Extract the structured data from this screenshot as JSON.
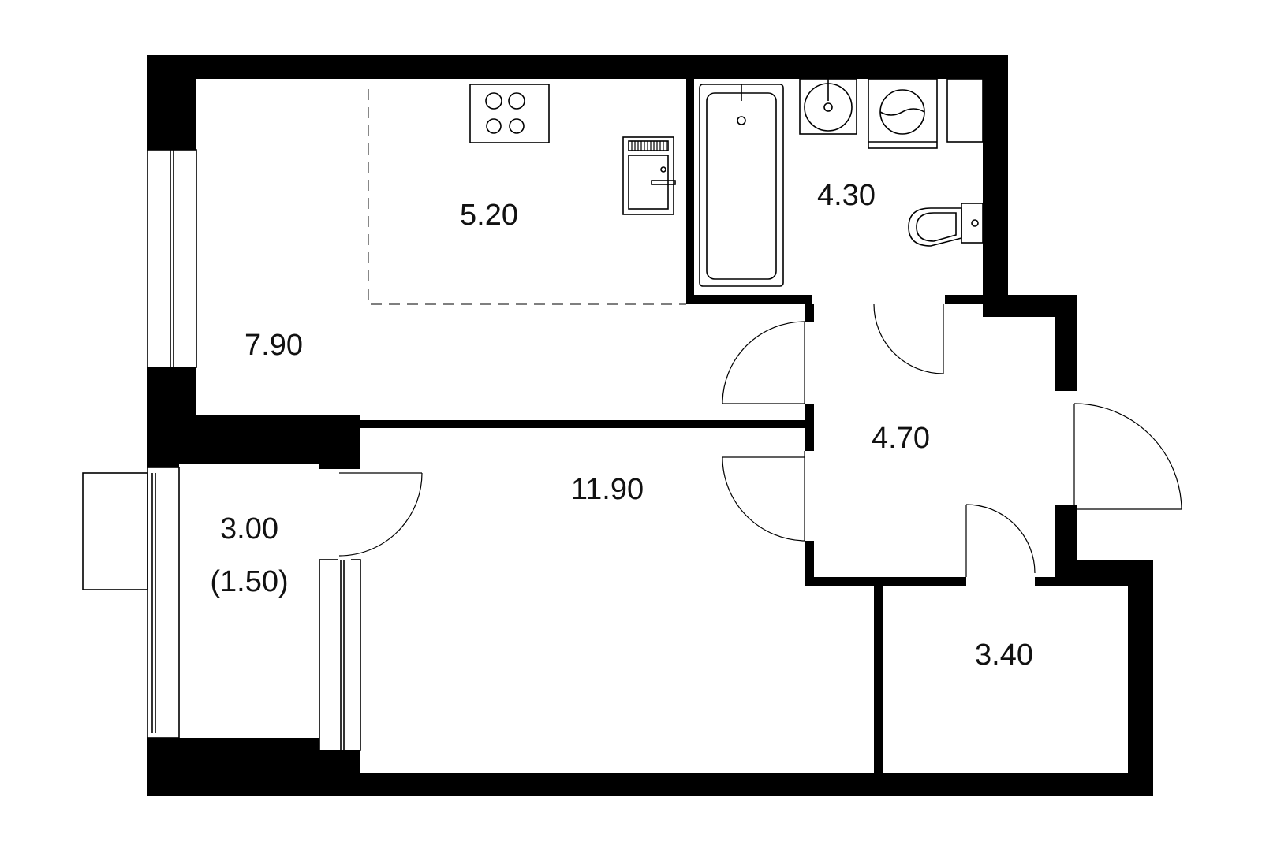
{
  "plan": {
    "rooms": [
      {
        "id": "living-zone",
        "area": "7.90"
      },
      {
        "id": "kitchen-zone",
        "area": "5.20"
      },
      {
        "id": "bathroom",
        "area": "4.30"
      },
      {
        "id": "hallway",
        "area": "4.70"
      },
      {
        "id": "bedroom",
        "area": "11.90"
      },
      {
        "id": "balcony",
        "area": "3.00",
        "sub_area": "(1.50)"
      },
      {
        "id": "storage",
        "area": "3.40"
      }
    ],
    "fixtures": [
      "cooktop-icon",
      "kitchen-sink-icon",
      "bathtub-icon",
      "washbasin-icon",
      "washing-machine-icon",
      "toilet-icon"
    ]
  }
}
